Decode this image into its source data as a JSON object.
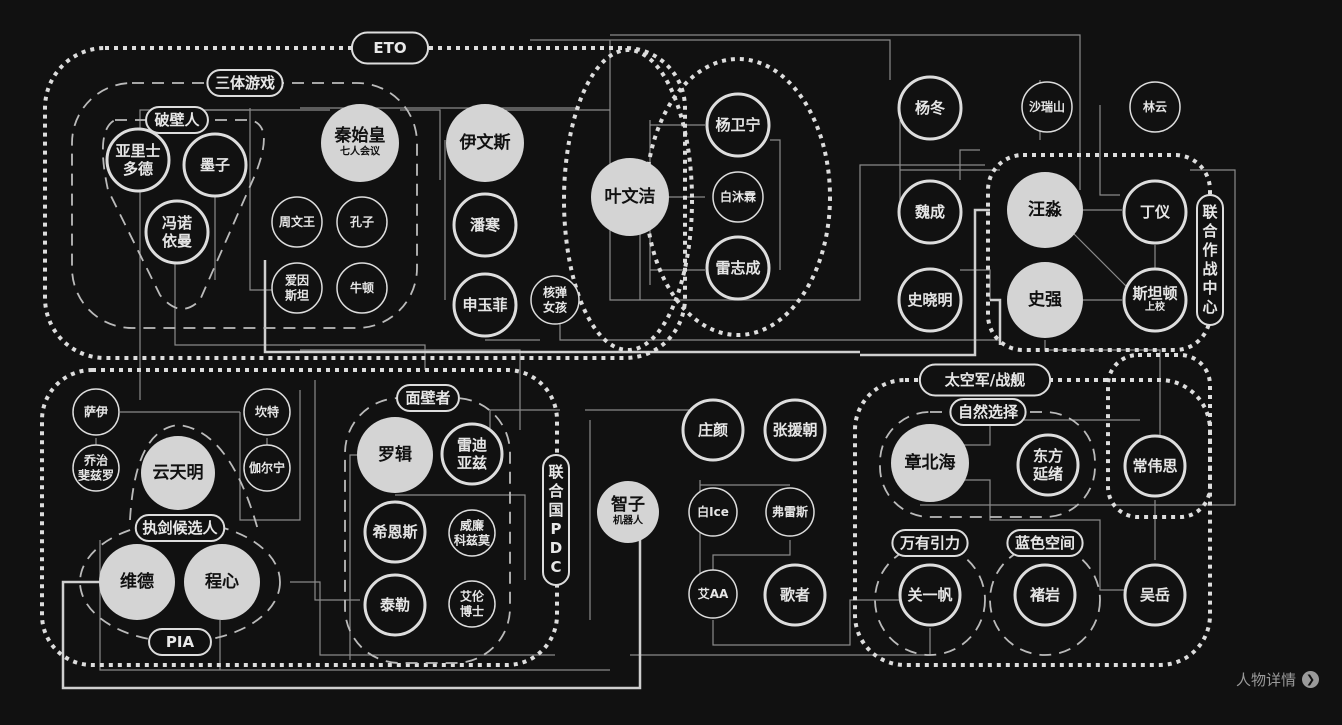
{
  "groups": {
    "eto": "ETO",
    "three_body_game": "三体游戏",
    "wallbreakers": "破壁人",
    "joint_command": "联合作战中心",
    "pdc": "联合国PDC",
    "swordholder": "执剑候选人",
    "pia": "PIA",
    "wallfacers": "面壁者",
    "space_force": "太空军/战舰",
    "natural_selection": "自然选择",
    "gravity": "万有引力",
    "blue_space": "蓝色空间"
  },
  "nodes": {
    "qinshihuang": {
      "lines": [
        "秦始皇"
      ],
      "sub": "七人会议"
    },
    "evans": {
      "lines": [
        "伊文斯"
      ]
    },
    "yewenjie": {
      "lines": [
        "叶文洁"
      ]
    },
    "wangmiao": {
      "lines": [
        "汪淼"
      ]
    },
    "shiqiang": {
      "lines": [
        "史强"
      ]
    },
    "yuntianming": {
      "lines": [
        "云天明"
      ]
    },
    "wade": {
      "lines": [
        "维德"
      ]
    },
    "chengxin": {
      "lines": [
        "程心"
      ]
    },
    "luoji": {
      "lines": [
        "罗辑"
      ]
    },
    "sophon": {
      "lines": [
        "智子"
      ],
      "sub": "机器人"
    },
    "zhangbeihai": {
      "lines": [
        "章北海"
      ]
    },
    "aristotle": {
      "lines": [
        "亚里士",
        "多德"
      ]
    },
    "mozi": {
      "lines": [
        "墨子"
      ]
    },
    "vonneumann": {
      "lines": [
        "冯诺",
        "依曼"
      ]
    },
    "panhan": {
      "lines": [
        "潘寒"
      ]
    },
    "shenyufei": {
      "lines": [
        "申玉菲"
      ]
    },
    "yangweining": {
      "lines": [
        "杨卫宁"
      ]
    },
    "leizhicheng": {
      "lines": [
        "雷志成"
      ]
    },
    "yangdong": {
      "lines": [
        "杨冬"
      ]
    },
    "weicheng": {
      "lines": [
        "魏成"
      ]
    },
    "shixiaoming": {
      "lines": [
        "史晓明"
      ]
    },
    "dingyi": {
      "lines": [
        "丁仪"
      ]
    },
    "stanton": {
      "lines": [
        "斯坦顿"
      ],
      "sub": "上校"
    },
    "reydiaz": {
      "lines": [
        "雷迪",
        "亚兹"
      ]
    },
    "hines": {
      "lines": [
        "希恩斯"
      ]
    },
    "tyler": {
      "lines": [
        "泰勒"
      ]
    },
    "zhuangyan": {
      "lines": [
        "庄颜"
      ]
    },
    "zhangyuanchao": {
      "lines": [
        "张援朝"
      ]
    },
    "singer": {
      "lines": [
        "歌者"
      ]
    },
    "dongfang": {
      "lines": [
        "东方",
        "延绪"
      ]
    },
    "changweisi": {
      "lines": [
        "常伟思"
      ]
    },
    "guanyifan": {
      "lines": [
        "关一帆"
      ]
    },
    "chuyan": {
      "lines": [
        "褚岩"
      ]
    },
    "wuyue": {
      "lines": [
        "吴岳"
      ]
    },
    "zhouwenwang": {
      "lines": [
        "周文王"
      ]
    },
    "kongzi": {
      "lines": [
        "孔子"
      ]
    },
    "einstein": {
      "lines": [
        "爱因",
        "斯坦"
      ]
    },
    "newton": {
      "lines": [
        "牛顿"
      ]
    },
    "nukegirl": {
      "lines": [
        "核弹",
        "女孩"
      ]
    },
    "baimulin": {
      "lines": [
        "白沐霖"
      ]
    },
    "sharuishan": {
      "lines": [
        "沙瑞山"
      ]
    },
    "linyun": {
      "lines": [
        "林云"
      ]
    },
    "say": {
      "lines": [
        "萨伊"
      ]
    },
    "fitzroy": {
      "lines": [
        "乔治",
        "斐兹罗"
      ]
    },
    "kent": {
      "lines": [
        "坎特"
      ]
    },
    "garanin": {
      "lines": [
        "伽尔宁"
      ]
    },
    "kozmo": {
      "lines": [
        "威廉",
        "科兹莫"
      ]
    },
    "drallen": {
      "lines": [
        "艾伦",
        "博士"
      ]
    },
    "baiice": {
      "lines": [
        "白Ice"
      ]
    },
    "fraisse": {
      "lines": [
        "弗雷斯"
      ]
    },
    "aiaa": {
      "lines": [
        "艾AA"
      ]
    }
  },
  "footer": {
    "detail_label": "人物详情",
    "detail_icon": "chevron-right-circle-icon"
  },
  "colors": {
    "background": "#111111",
    "node_fill": "#d4d4d4",
    "stroke": "#dddddd"
  }
}
